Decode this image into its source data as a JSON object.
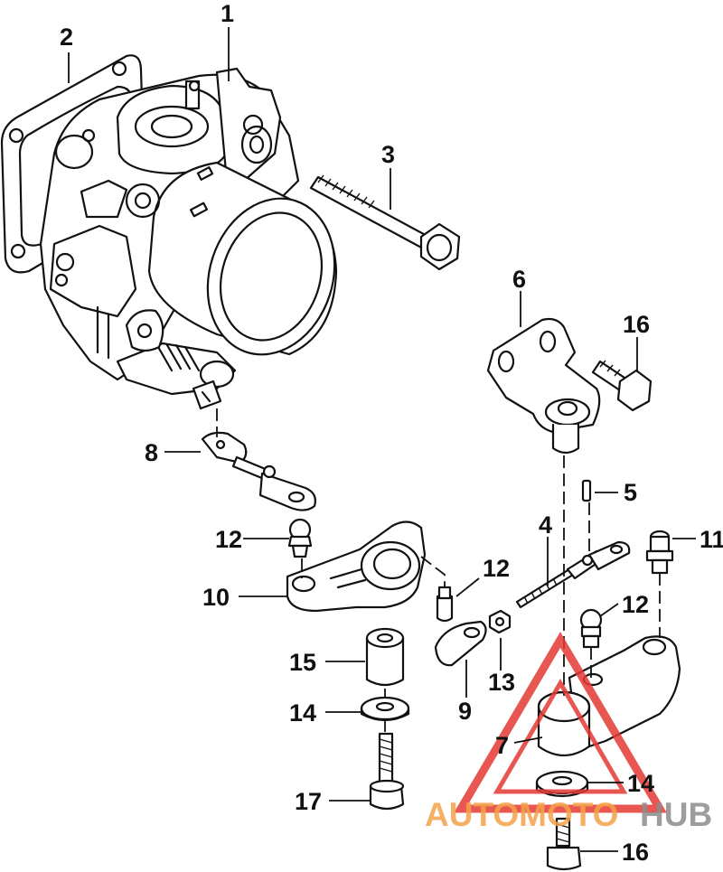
{
  "callouts": {
    "c1": "1",
    "c2": "2",
    "c3": "3",
    "c4": "4",
    "c5": "5",
    "c6": "6",
    "c7": "7",
    "c8": "8",
    "c9": "9",
    "c10": "10",
    "c11": "11",
    "c12a": "12",
    "c12b": "12",
    "c12c": "12",
    "c13": "13",
    "c14a": "14",
    "c14b": "14",
    "c15": "15",
    "c16a": "16",
    "c16b": "16",
    "c17": "17"
  },
  "watermark": {
    "part1": "AUTOMOTO",
    "part2": "HUB",
    "color_orange": "#f4a24a",
    "color_gray": "#8c8c8c",
    "color_red": "#e53935"
  }
}
